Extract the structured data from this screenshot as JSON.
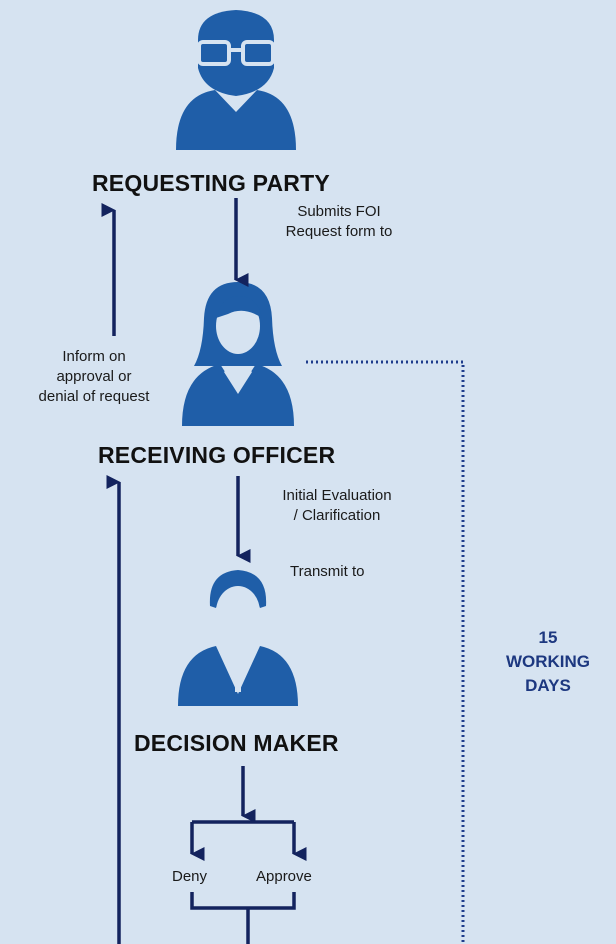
{
  "colors": {
    "background": "#d6e3f1",
    "figure": "#1f5ea8",
    "arrow": "#13235e",
    "dotted": "#1e3c8c",
    "days_text": "#1d3880"
  },
  "roles": {
    "requesting_party": "REQUESTING PARTY",
    "receiving_officer": "RECEIVING OFFICER",
    "decision_maker": "DECISION MAKER"
  },
  "steps": {
    "submits_line1": "Submits FOI",
    "submits_line2": "Request form to",
    "inform_line1": "Inform on",
    "inform_line2": "approval or",
    "inform_line3": "denial of request",
    "evaluation_line1": "Initial Evaluation",
    "evaluation_line2": "/ Clarification",
    "transmit": "Transmit to"
  },
  "decision": {
    "deny": "Deny",
    "approve": "Approve"
  },
  "timeline": {
    "line1": "15",
    "line2": "WORKING",
    "line3": "DAYS"
  },
  "icons": [
    "man-with-glasses-icon",
    "woman-officer-icon",
    "man-in-suit-icon"
  ]
}
